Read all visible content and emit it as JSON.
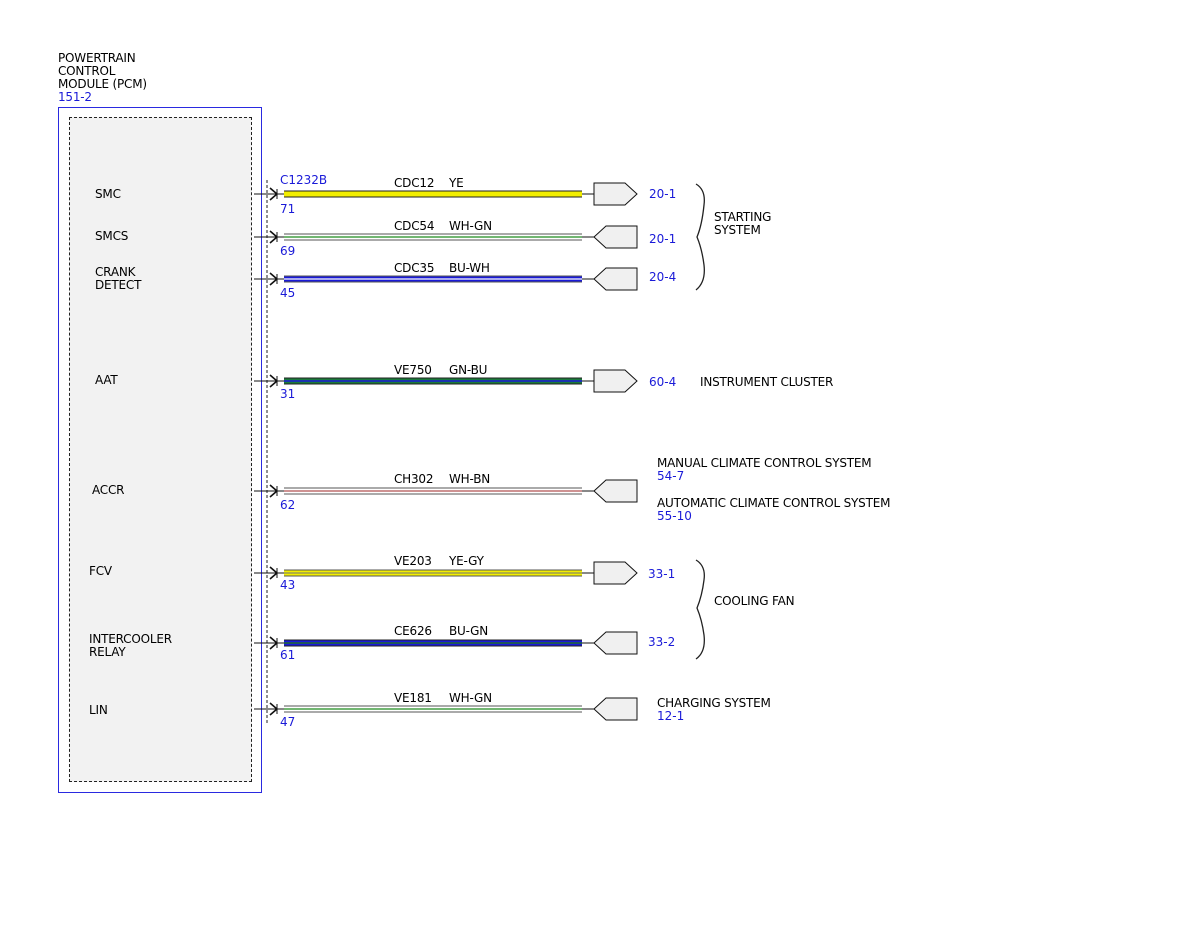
{
  "module": {
    "title_lines": [
      "POWERTRAIN",
      "CONTROL",
      "MODULE (PCM)"
    ],
    "ref": "151-2",
    "connector": "C1232B"
  },
  "circuits": [
    {
      "signal": [
        "SMC"
      ],
      "pin": "71",
      "circuit": "CDC12",
      "color_code": "YE",
      "dest_ref": "20-1",
      "connector_dir": "out",
      "wire_main": "#f2ee00",
      "wire_stripe": null,
      "double_line": false
    },
    {
      "signal": [
        "SMCS"
      ],
      "pin": "69",
      "circuit": "CDC54",
      "color_code": "WH-GN",
      "dest_ref": "20-1",
      "connector_dir": "in",
      "wire_main": "#ffffff",
      "wire_stripe": "#1f8a1f",
      "double_line": true
    },
    {
      "signal": [
        "CRANK",
        "DETECT"
      ],
      "pin": "45",
      "circuit": "CDC35",
      "color_code": "BU-WH",
      "dest_ref": "20-4",
      "connector_dir": "in",
      "wire_main": "#1a1ad8",
      "wire_stripe": "#ffffff",
      "double_line": true
    },
    {
      "signal": [
        "AAT"
      ],
      "pin": "31",
      "circuit": "VE750",
      "color_code": "GN-BU",
      "dest_ref": "60-4",
      "connector_dir": "out",
      "wire_main": "#1a7a3a",
      "wire_stripe": "#1a1ad8",
      "double_line": false
    },
    {
      "signal": [
        "ACCR"
      ],
      "pin": "62",
      "circuit": "CH302",
      "color_code": "WH-BN",
      "dest_ref": "",
      "connector_dir": "in",
      "wire_main": "#ffffff",
      "wire_stripe": "#b05050",
      "double_line": true
    },
    {
      "signal": [
        "FCV"
      ],
      "pin": "43",
      "circuit": "VE203",
      "color_code": "YE-GY",
      "dest_ref": "33-1",
      "connector_dir": "out",
      "wire_main": "#f2ee00",
      "wire_stripe": "#8a8a60",
      "double_line": true
    },
    {
      "signal": [
        "INTERCOOLER",
        "RELAY"
      ],
      "pin": "61",
      "circuit": "CE626",
      "color_code": "BU-GN",
      "dest_ref": "33-2",
      "connector_dir": "in",
      "wire_main": "#1a1ad8",
      "wire_stripe": "#1f6a2f",
      "double_line": false
    },
    {
      "signal": [
        "LIN"
      ],
      "pin": "47",
      "circuit": "VE181",
      "color_code": "WH-GN",
      "dest_ref": "",
      "connector_dir": "in",
      "wire_main": "#ffffff",
      "wire_stripe": "#1f8a1f",
      "double_line": true
    }
  ],
  "systems": {
    "starting": {
      "lines": [
        "STARTING",
        "SYSTEM"
      ]
    },
    "instrument_cluster": {
      "label": "INSTRUMENT CLUSTER"
    },
    "manual_climate": {
      "label": "MANUAL CLIMATE CONTROL SYSTEM",
      "ref": "54-7"
    },
    "automatic_climate": {
      "label": "AUTOMATIC CLIMATE CONTROL SYSTEM",
      "ref": "55-10"
    },
    "cooling_fan": {
      "label": "COOLING FAN"
    },
    "charging": {
      "label": "CHARGING SYSTEM",
      "ref": "12-1"
    }
  }
}
